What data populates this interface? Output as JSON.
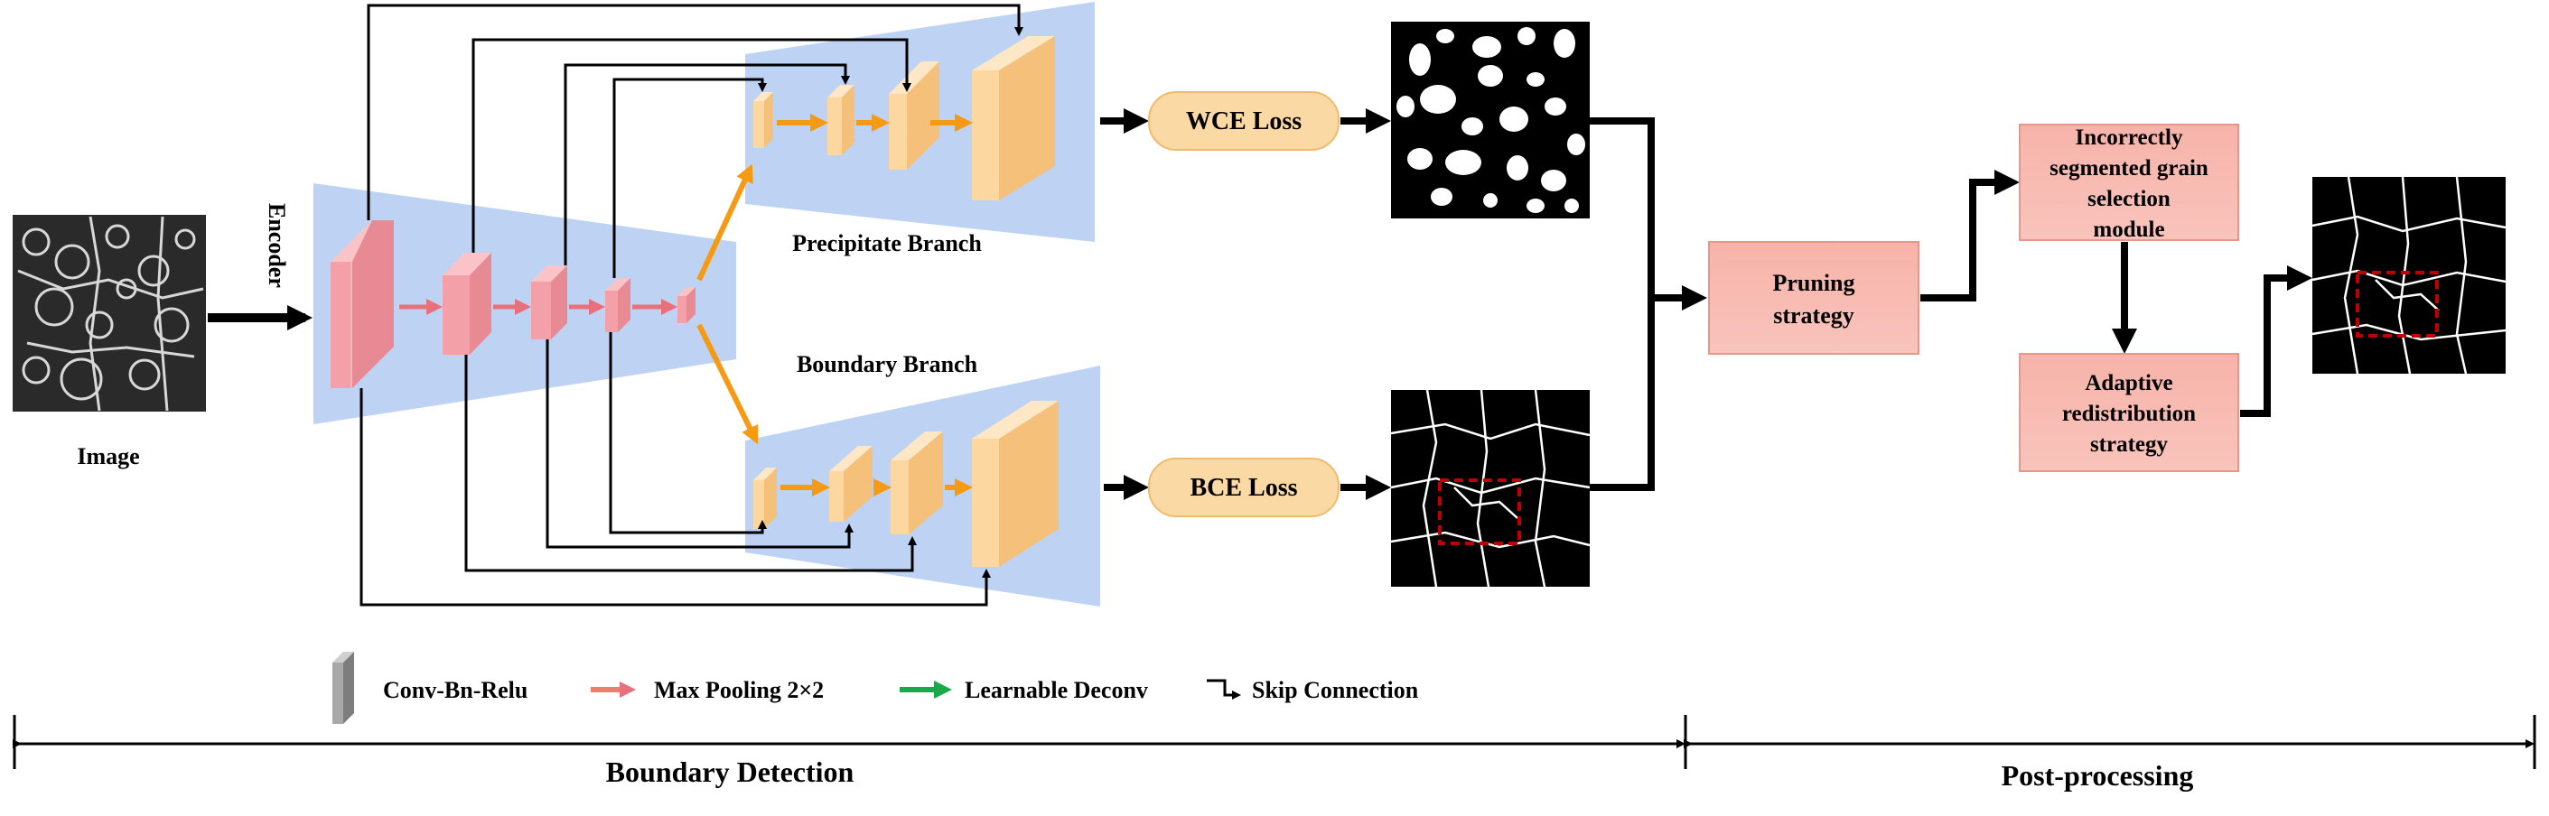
{
  "labels": {
    "image": "Image",
    "encoder": "Encoder",
    "precipitate_branch": "Precipitate Branch",
    "boundary_branch": "Boundary Branch",
    "wce_loss": "WCE Loss",
    "bce_loss": "BCE Loss",
    "pruning_line1": "Pruning",
    "pruning_line2": "strategy",
    "grain_line1": "Incorrectly",
    "grain_line2": "segmented grain",
    "grain_line3": "selection",
    "grain_line4": "module",
    "adaptive_line1": "Adaptive",
    "adaptive_line2": "redistribution",
    "adaptive_line3": "strategy"
  },
  "legend": {
    "conv": "Conv-Bn-Relu",
    "maxpool": "Max Pooling 2×2",
    "deconv": "Learnable Deconv",
    "skip": "Skip Connection"
  },
  "sections": {
    "boundary_detection": "Boundary Detection",
    "post_processing": "Post-processing"
  },
  "colors": {
    "encoder_block": "#f4a0a8",
    "decoder_block": "#fdd7a0",
    "panel_blue": "#b7cdf2",
    "pool_arrow": "#e8707a",
    "decoder_arrow": "#f59a12",
    "legend_deconv": "#1aa84b",
    "legend_pool": "#e8806a",
    "loss_pill": "#fbd9a5",
    "module_box": "#f7b3a9",
    "dashed_box": "#c00000"
  }
}
